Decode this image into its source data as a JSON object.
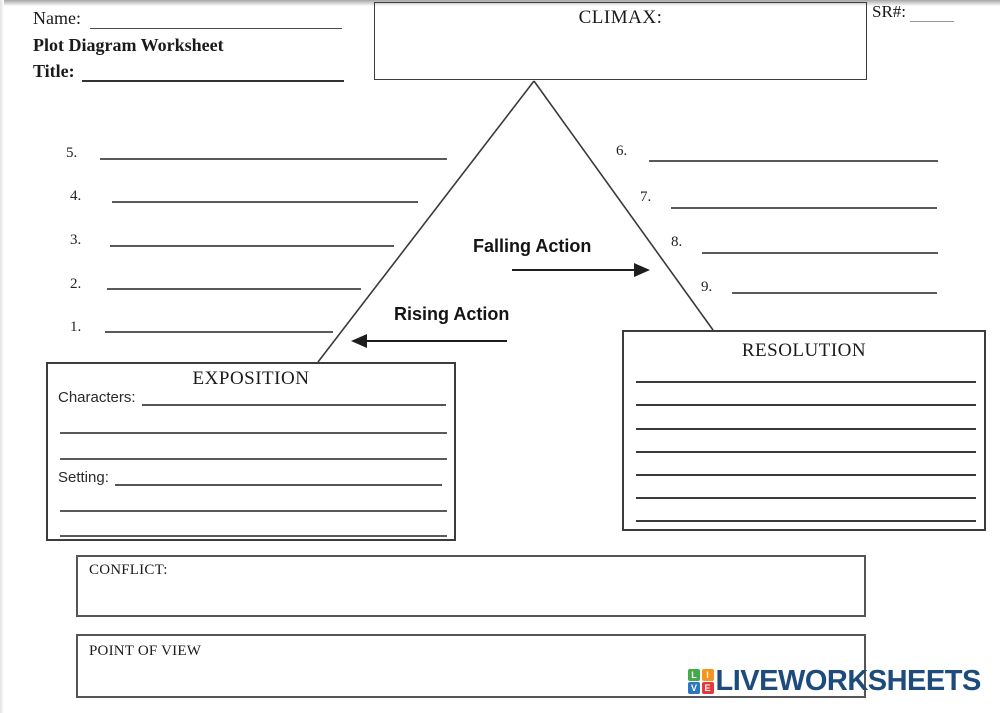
{
  "header": {
    "name_label": "Name:",
    "worksheet_heading": "Plot Diagram Worksheet",
    "title_label": "Title:",
    "sr_label": "SR#:"
  },
  "climax": {
    "label": "CLIMAX:"
  },
  "rising": {
    "label": "Rising Action"
  },
  "falling": {
    "label": "Falling Action"
  },
  "plot_steps": {
    "rising": [
      "5.",
      "4.",
      "3.",
      "2.",
      "1."
    ],
    "falling": [
      "6.",
      "7.",
      "8.",
      "9."
    ]
  },
  "exposition": {
    "title": "EXPOSITION",
    "characters_label": "Characters:",
    "setting_label": "Setting:"
  },
  "resolution": {
    "title": "RESOLUTION"
  },
  "conflict": {
    "label": "CONFLICT:"
  },
  "point_of_view": {
    "label": "POINT OF VIEW"
  },
  "logo": {
    "text": "LIVEWORKSHEETS",
    "text_color": "#1c4b7c",
    "squares": [
      {
        "letter": "L",
        "color": "#44a948"
      },
      {
        "letter": "I",
        "color": "#f7941d"
      },
      {
        "letter": "V",
        "color": "#2d77c0"
      },
      {
        "letter": "E",
        "color": "#e1393e"
      }
    ]
  }
}
